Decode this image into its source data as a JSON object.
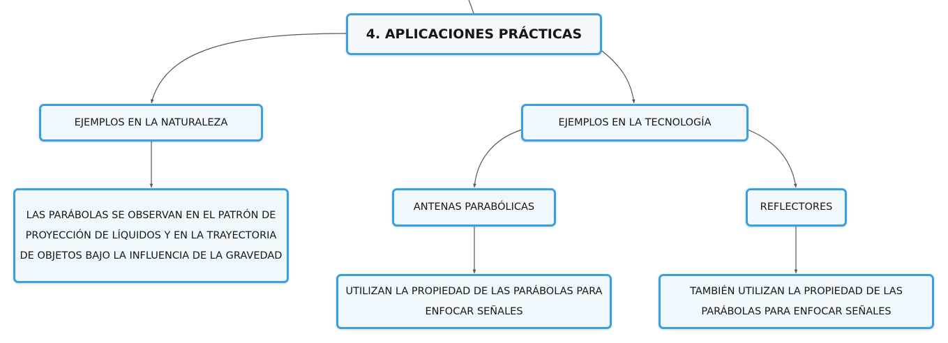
{
  "diagram": {
    "root": {
      "label": "4. APLICACIONES PRÁCTICAS"
    },
    "nature": {
      "label": "EJEMPLOS EN LA NATURALEZA",
      "detail": "LAS PARÁBOLAS SE OBSERVAN EN EL PATRÓN DE PROYECCIÓN DE LÍQUIDOS Y EN LA TRAYECTORIA DE OBJETOS BAJO LA INFLUENCIA DE LA GRAVEDAD"
    },
    "technology": {
      "label": "EJEMPLOS EN LA TECNOLOGÍA",
      "antennas": {
        "label": "ANTENAS PARABÓLICAS",
        "detail": "UTILIZAN LA PROPIEDAD DE LAS PARÁBOLAS PARA ENFOCAR SEÑALES"
      },
      "reflectors": {
        "label": "REFLECTORES",
        "detail": "TAMBIÉN UTILIZAN LA PROPIEDAD DE LAS PARÁBOLAS PARA ENFOCAR SEÑALES"
      }
    }
  },
  "colors": {
    "node_border": "#3aa0e0",
    "node_fill": "#f0f8fd",
    "connector": "#555555",
    "text": "#161616"
  }
}
